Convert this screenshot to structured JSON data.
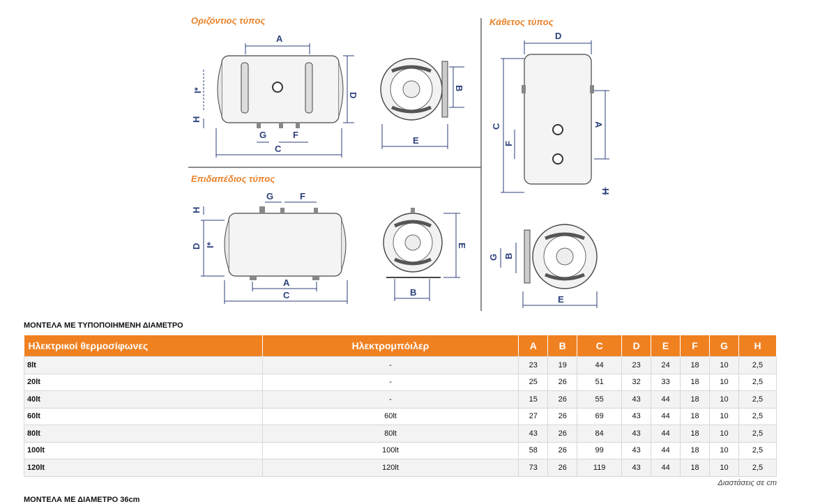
{
  "diagrams": {
    "horizontal_label": "Οριζόντιος τύπος",
    "vertical_label": "Κάθετος τύπος",
    "floor_label": "Επιδαπέδιος τύπος",
    "dimension_letters": [
      "A",
      "B",
      "C",
      "D",
      "E",
      "F",
      "G",
      "H",
      "I*"
    ]
  },
  "section_heading": "ΜΟΝΤΕΛΑ ΜΕ ΤΥΠΟΠΟΙΗΜΕΝΗ ΔΙΑΜΕΤΡΟ",
  "table": {
    "headers": [
      "Ηλεκτρικοί θερμοσίφωνες",
      "Ηλεκτρομπόιλερ",
      "A",
      "B",
      "C",
      "D",
      "E",
      "F",
      "G",
      "H"
    ],
    "rows": [
      [
        "8lt",
        "-",
        "23",
        "19",
        "44",
        "23",
        "24",
        "18",
        "10",
        "2,5"
      ],
      [
        "20lt",
        "-",
        "25",
        "26",
        "51",
        "32",
        "33",
        "18",
        "10",
        "2,5"
      ],
      [
        "40lt",
        "-",
        "15",
        "26",
        "55",
        "43",
        "44",
        "18",
        "10",
        "2,5"
      ],
      [
        "60lt",
        "60lt",
        "27",
        "26",
        "69",
        "43",
        "44",
        "18",
        "10",
        "2,5"
      ],
      [
        "80lt",
        "80lt",
        "43",
        "26",
        "84",
        "43",
        "44",
        "18",
        "10",
        "2,5"
      ],
      [
        "100lt",
        "100lt",
        "58",
        "26",
        "99",
        "43",
        "44",
        "18",
        "10",
        "2,5"
      ],
      [
        "120lt",
        "120lt",
        "73",
        "26",
        "119",
        "43",
        "44",
        "18",
        "10",
        "2,5"
      ]
    ]
  },
  "units_note": "Διαστάσεις σε cm",
  "next_heading": "ΜΟΝΤΕΛΑ ΜΕ ΔΙΑΜΕΤΡΟ 36cm"
}
